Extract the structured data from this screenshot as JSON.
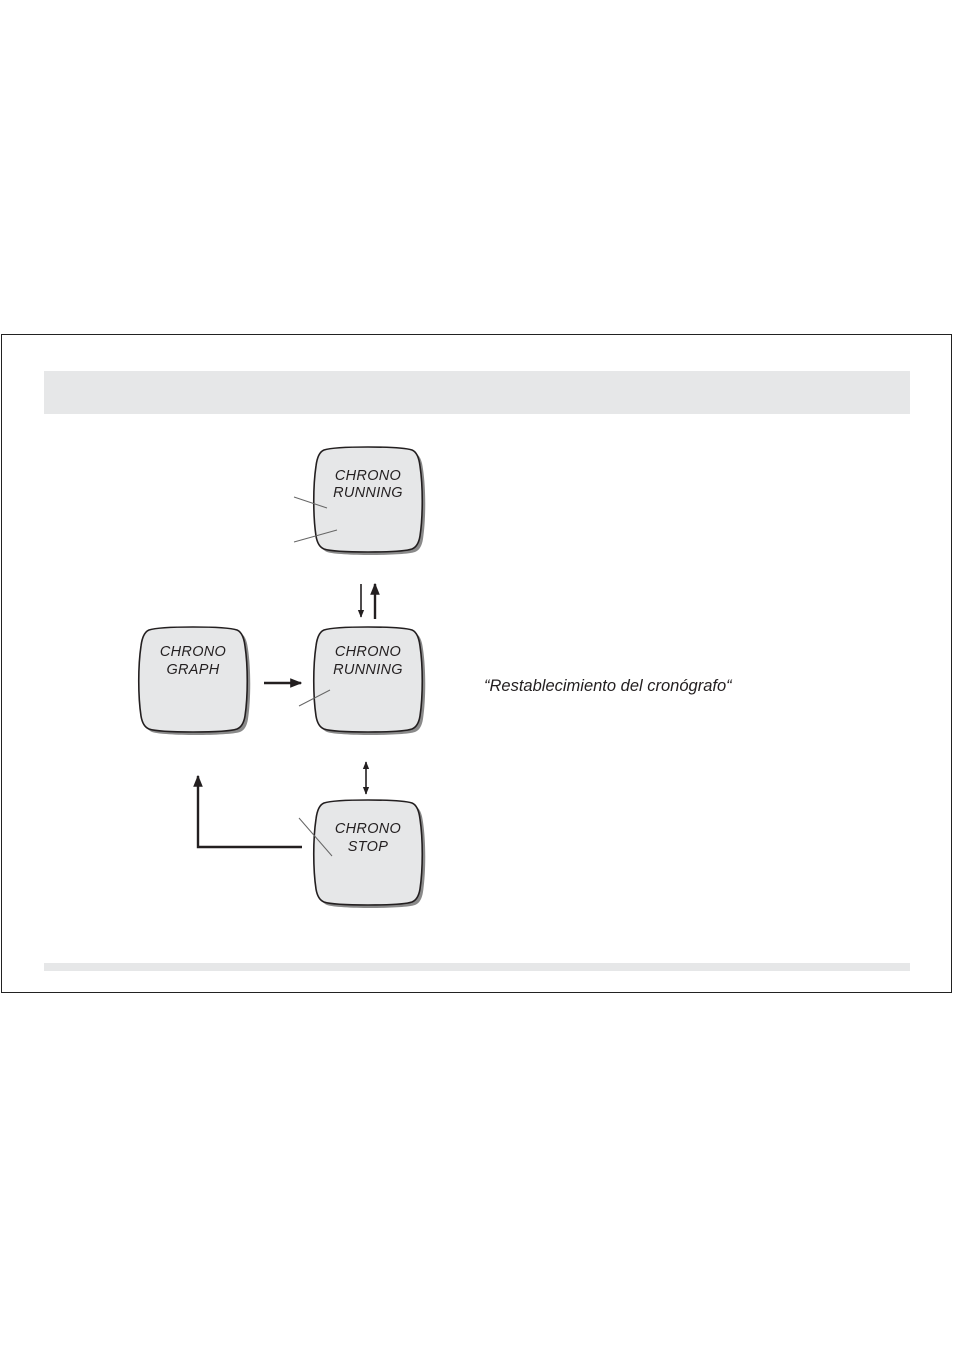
{
  "screens": {
    "top": {
      "line1": "CHRONO",
      "line2": "RUNNING"
    },
    "middle": {
      "line1": "CHRONO",
      "line2": "RUNNING"
    },
    "left": {
      "line1": "CHRONO",
      "line2": "GRAPH"
    },
    "bottom": {
      "line1": "CHRONO",
      "line2": "STOP"
    }
  },
  "caption": "“Restablecimiento del cronógrafo“",
  "colors": {
    "screen_fill": "#e6e7e8",
    "line": "#231f20",
    "bar": "#e6e7e8"
  }
}
